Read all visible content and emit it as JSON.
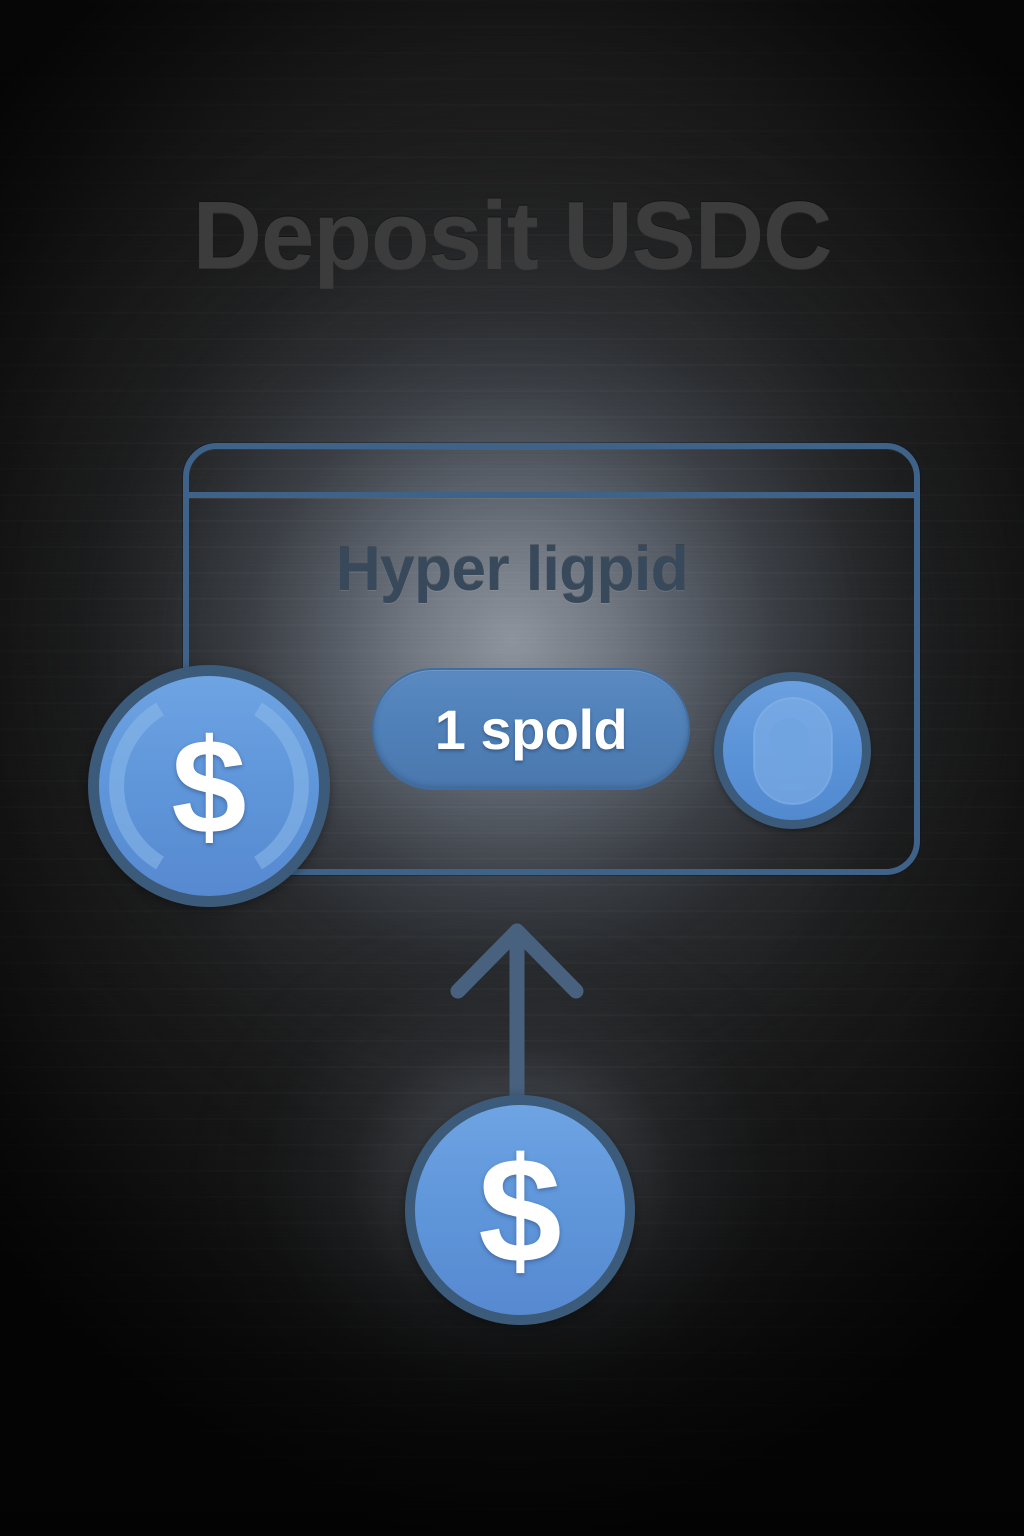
{
  "page": {
    "title": "Deposit USDC"
  },
  "card": {
    "heading": "Hyper ligpid",
    "action_button": {
      "label": "1 spold",
      "name": "spold-amount-button"
    },
    "side_icon": {
      "name": "lightbulb-icon"
    }
  },
  "coins": {
    "usdc_coin": {
      "symbol": "$",
      "name": "usdc-coin-icon"
    },
    "dollar_coin": {
      "symbol": "$",
      "name": "dollar-coin-icon"
    }
  },
  "flow": {
    "arrow": {
      "direction": "up",
      "name": "deposit-arrow-icon"
    }
  },
  "colors": {
    "background_dark": "#1f1f1f",
    "glow_center": "#5a6068",
    "card_border": "#3e6288",
    "pill_fill": "#5080b8",
    "coin_fill": "#5f96da",
    "coin_border": "#3c5a7a",
    "arrow": "#47617f",
    "title_text": "#3c3c3c",
    "heading_text": "#38495c",
    "pill_text": "#ffffff"
  }
}
